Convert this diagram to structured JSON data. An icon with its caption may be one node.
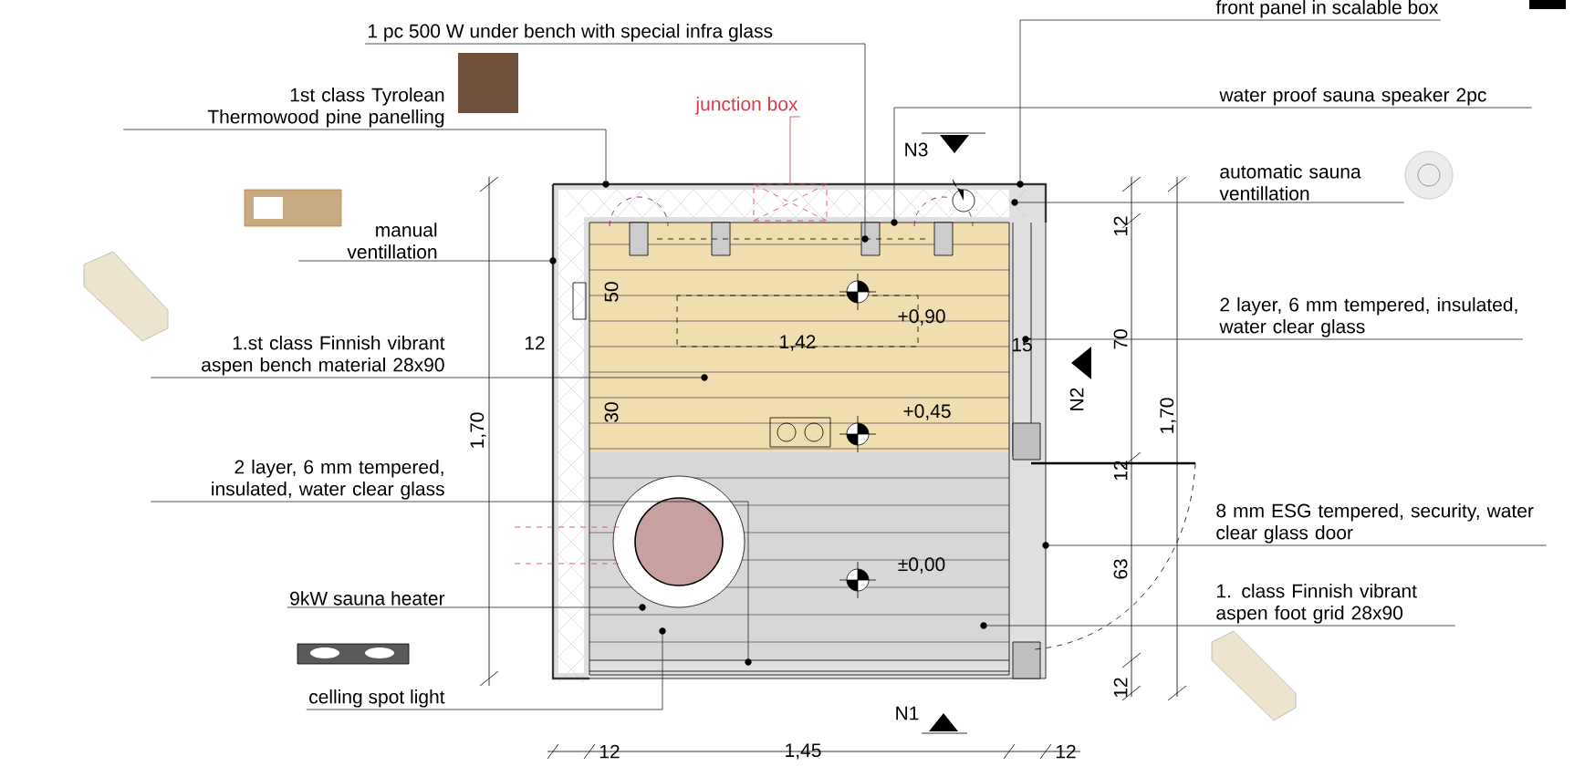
{
  "diagram": {
    "nodes": [
      {
        "text": [
          "1 pc 500 W under bench with special infra glass"
        ]
      },
      {
        "text": [
          "1st class Tyrolean Thermowood pine panelling"
        ]
      },
      {
        "text": [
          "manual ventillation"
        ]
      },
      {
        "text": [
          "1.st class Finnish vibrant aspen bench material 28x90"
        ]
      },
      {
        "text": [
          "2 layer, 6 mm tempered, insulated, water clear glass"
        ]
      },
      {
        "text": [
          "9kW sauna heater"
        ]
      },
      {
        "text": [
          "celling spot light"
        ]
      },
      {
        "text": [
          "front panel in scalable box"
        ]
      },
      {
        "text": [
          "water proof sauna speaker 2pc"
        ]
      },
      {
        "text": [
          "automatic sauna ventillation"
        ]
      },
      {
        "text": [
          "2 layer, 6 mm tempered, insulated, water clear glass"
        ]
      },
      {
        "text": [
          "8 mm ESG tempered, security, water clear glass door"
        ]
      },
      {
        "text": [
          "1. class Finnish vibrant aspen foot grid 28x90"
        ]
      },
      {
        "text": [
          "junction box"
        ]
      },
      {
        "text": [],
        "shape": "dot"
      },
      {
        "text": [],
        "shape": "dot"
      },
      {
        "text": [],
        "shape": "dot"
      },
      {
        "text": [],
        "shape": "dot"
      },
      {
        "text": [],
        "shape": "dot"
      },
      {
        "text": [],
        "shape": "dot"
      },
      {
        "text": [],
        "shape": "dot"
      },
      {
        "text": [],
        "shape": "dot"
      },
      {
        "text": [],
        "shape": "dot"
      },
      {
        "text": [],
        "shape": "dot"
      },
      {
        "text": [],
        "shape": "dot"
      },
      {
        "text": [],
        "shape": "dot"
      },
      {
        "text": [],
        "shape": "dot"
      },
      {
        "text": [],
        "shape": "box"
      }
    ],
    "edges": [
      {
        "from": 0,
        "to": 14,
        "arrow": "none"
      },
      {
        "from": 1,
        "to": 15,
        "arrow": "none"
      },
      {
        "from": 2,
        "to": 16,
        "arrow": "none"
      },
      {
        "from": 3,
        "to": 17,
        "arrow": "none"
      },
      {
        "from": 4,
        "to": 18,
        "arrow": "none"
      },
      {
        "from": 5,
        "to": 19,
        "arrow": "none"
      },
      {
        "from": 6,
        "to": 20,
        "arrow": "none"
      },
      {
        "from": 7,
        "to": 21,
        "arrow": "none"
      },
      {
        "from": 8,
        "to": 22,
        "arrow": "none"
      },
      {
        "from": 9,
        "to": 23,
        "arrow": "none"
      },
      {
        "from": 10,
        "to": 24,
        "arrow": "none"
      },
      {
        "from": 11,
        "to": 25,
        "arrow": "none"
      },
      {
        "from": 12,
        "to": 26,
        "arrow": "none"
      },
      {
        "from": 13,
        "to": 27,
        "arrow": "none",
        "color": "#d0404a"
      }
    ],
    "labels": [
      "N3",
      "12",
      "50",
      "30",
      "1,42",
      "+0,90",
      "+0,45",
      "±0,00",
      "15",
      "N2",
      "1,70",
      "12",
      "70",
      "1,70",
      "12",
      "63",
      "12",
      "N1",
      "12",
      "1,45",
      "12"
    ]
  }
}
